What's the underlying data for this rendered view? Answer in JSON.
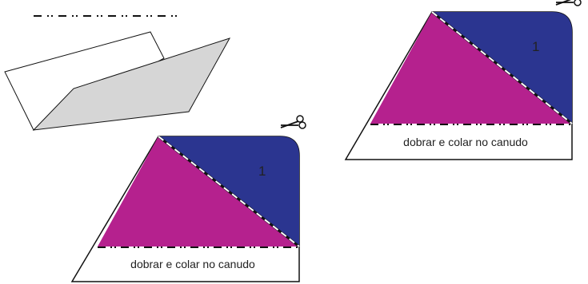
{
  "pieces": [
    {
      "number_label": "1",
      "instruction": "dobrar e colar no canudo",
      "icon": "scissors-icon"
    },
    {
      "number_label": "1",
      "instruction": "dobrar e colar no canudo",
      "icon": "scissors-icon"
    }
  ],
  "colors": {
    "magenta": "#b5218e",
    "blue": "#2b3590",
    "folded_paper_shade": "#d6d6d6",
    "outline": "#111111",
    "cut_line": "#ffffff"
  }
}
